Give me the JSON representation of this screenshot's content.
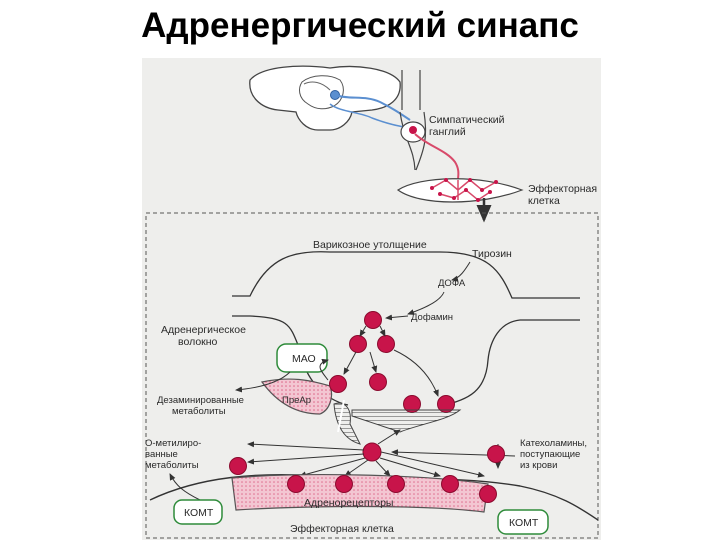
{
  "title": "Адренергический синапс",
  "labels": {
    "sympathetic_ganglion": [
      "Симпатический",
      "ганглий"
    ],
    "effector_cell_top": [
      "Эффекторная",
      "клетка"
    ],
    "varicose_thickening": "Варикозное утолщение",
    "tyrosine": "Тирозин",
    "dopa": "ДОФА",
    "dopamine": "Дофамин",
    "adrenergic_fiber": [
      "Адренергическое",
      "волокно"
    ],
    "mao": "МАО",
    "deaminated_metabolites": [
      "Дезаминированные",
      "метаболиты"
    ],
    "prear": "ПреАр",
    "o_methylated_metabolites": [
      "О-метилиро-",
      "ванные",
      "метаболиты"
    ],
    "catecholamines_from_blood": [
      "Катехоламины,",
      "поступающие",
      "из крови"
    ],
    "adrenoreceptors": "Адренорецепторы",
    "komt_left": "КОМТ",
    "komt_right": "КОМТ",
    "effector_cell_bottom": "Эффекторная клетка"
  },
  "colors": {
    "vesicle": "#c8144a",
    "neuron_line": "#d84a6a",
    "preganglionic": "#5b8fd0",
    "enzyme_box": "#2e8b3a",
    "receptor_fill": "#f3c6d2",
    "outline": "#333333"
  }
}
